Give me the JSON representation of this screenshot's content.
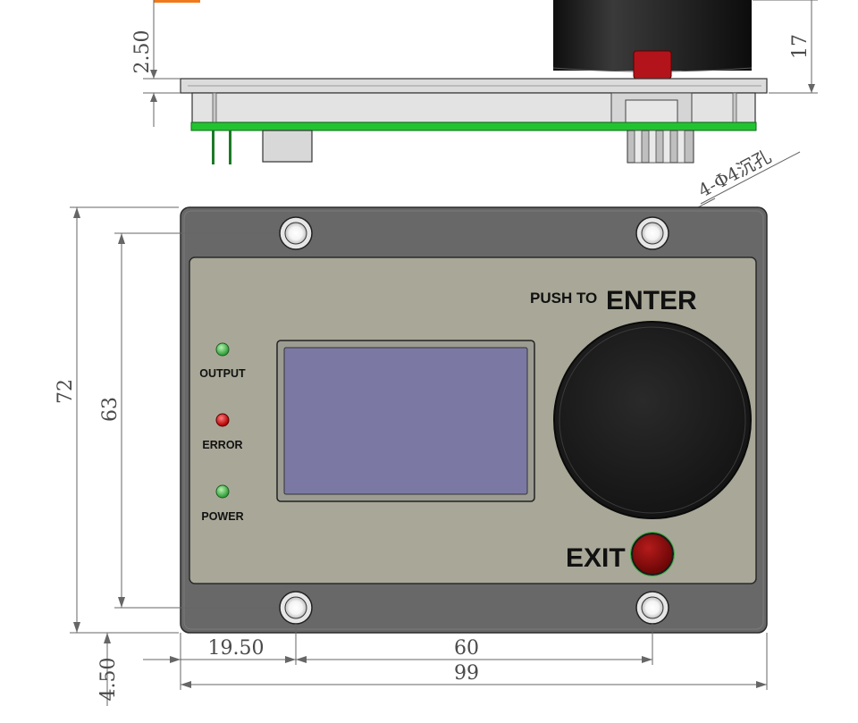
{
  "dimensions": {
    "top_offset": "2.50",
    "knob_height": "17",
    "hole_callout": "4-Φ4沉孔",
    "overall_height": "72",
    "inner_height": "63",
    "hole_x_offset": "19.50",
    "hole_spacing": "60",
    "overall_width": "99",
    "bottom_offset": "4.50"
  },
  "panel": {
    "led_output_label": "OUTPUT",
    "led_error_label": "ERROR",
    "led_power_label": "POWER",
    "push_to_label": "PUSH TO",
    "enter_label": "ENTER",
    "exit_label": "EXIT"
  },
  "colors": {
    "panel_face": "#a9a898",
    "frame": "#686868",
    "lcd_screen": "#7b79a3",
    "knob": "#222222",
    "led_green": "#3cb043",
    "led_red": "#cc1111",
    "exit_button": "#8b0d0d",
    "pcb_green": "#22c331",
    "accent_orange": "#f07a1a"
  }
}
